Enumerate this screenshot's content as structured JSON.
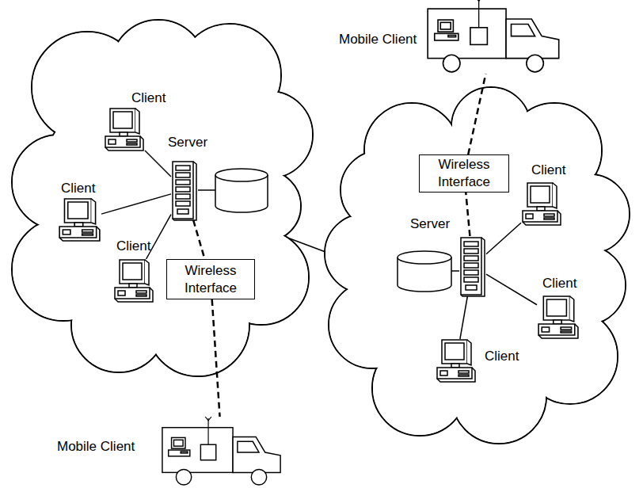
{
  "diagram": {
    "nodes": [
      {
        "text": [
          "Mobile Client"
        ]
      },
      {
        "text": [
          "Client"
        ]
      },
      {
        "text": [
          "Server"
        ]
      },
      {
        "text": [
          "Wireless Interface"
        ]
      },
      {
        "text": [
          "Client"
        ]
      },
      {
        "text": [
          "Client"
        ]
      },
      {
        "text": [
          "Server"
        ]
      },
      {
        "text": [
          "Client"
        ]
      },
      {
        "text": [
          "Wireless Interface"
        ]
      },
      {
        "text": [
          "Client"
        ]
      },
      {
        "text": [
          "Client"
        ]
      },
      {
        "text": [
          "Mobile Client"
        ]
      }
    ],
    "edges": [
      {
        "from": 2,
        "to": 1,
        "arrow": "none"
      },
      {
        "from": 2,
        "to": 5,
        "arrow": "none"
      },
      {
        "from": 2,
        "to": 7,
        "arrow": "none"
      },
      {
        "from": 2,
        "to": 8,
        "arrow": "none"
      },
      {
        "from": 8,
        "to": 11,
        "arrow": "none"
      },
      {
        "from": 6,
        "to": 4,
        "arrow": "none"
      },
      {
        "from": 6,
        "to": 9,
        "arrow": "none"
      },
      {
        "from": 6,
        "to": 10,
        "arrow": "none"
      },
      {
        "from": 6,
        "to": 3,
        "arrow": "none"
      },
      {
        "from": 3,
        "to": 0,
        "arrow": "none"
      }
    ]
  }
}
